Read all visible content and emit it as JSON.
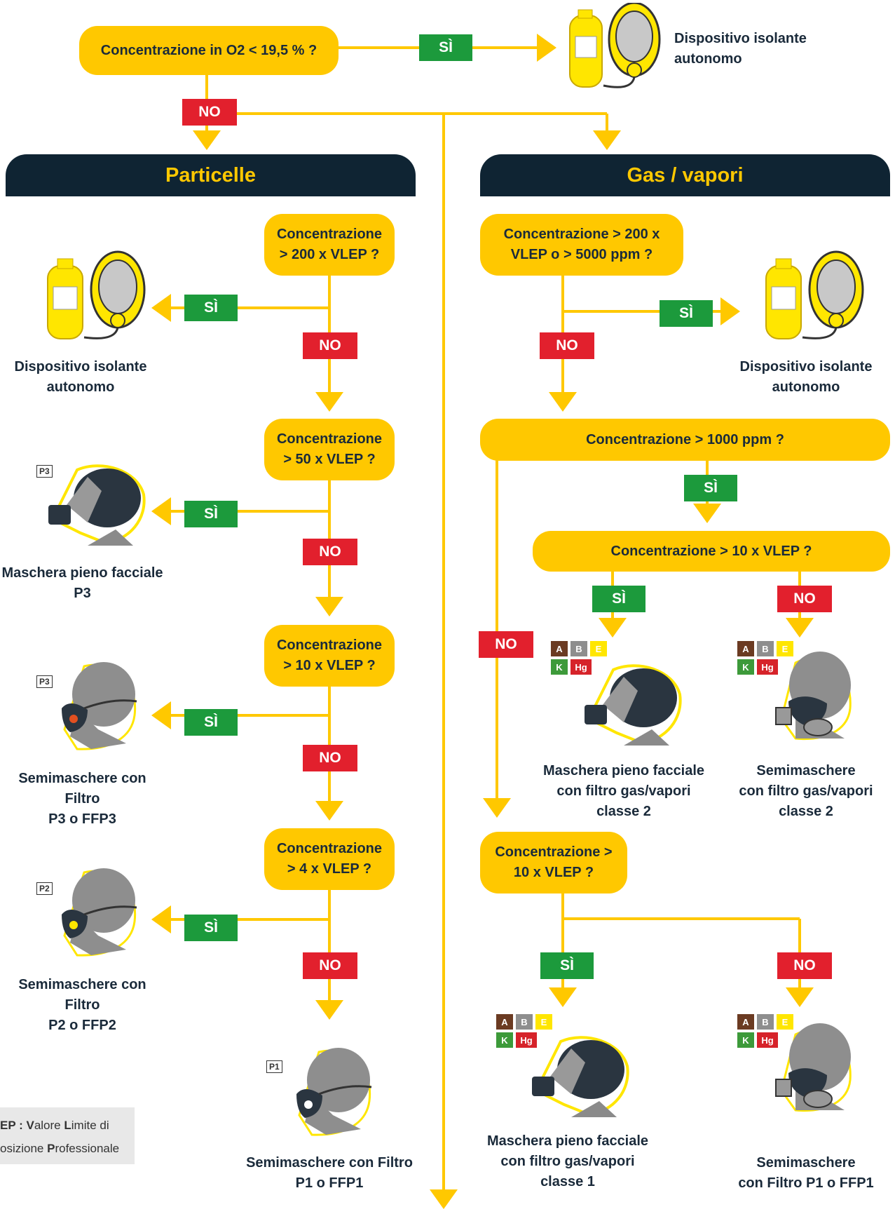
{
  "top": {
    "question": "Concentrazione in O2 < 19,5 % ?",
    "yes": "SÌ",
    "no": "NO",
    "device_line1": "Dispositivo isolante",
    "device_line2": "autonomo"
  },
  "particles": {
    "header": "Particelle",
    "q200": [
      "Concentrazione",
      "> 200 x VLEP ?"
    ],
    "q50": [
      "Concentrazione",
      "> 50 x VLEP ?"
    ],
    "q10": [
      "Concentrazione",
      "> 10 x VLEP ?"
    ],
    "q4": [
      "Concentrazione",
      "> 4 x VLEP ?"
    ],
    "yes": "SÌ",
    "no": "NO",
    "r_scba": [
      "Dispositivo isolante",
      "autonomo"
    ],
    "r_p3_full": [
      "Maschera pieno facciale",
      "P3"
    ],
    "r_p3_half": [
      "Semimaschere con Filtro",
      "P3 o FFP3"
    ],
    "r_p2_half": [
      "Semimaschere con Filtro",
      "P2 o FFP2"
    ],
    "r_p1_half": [
      "Semimaschere con Filtro",
      "P1 o FFP1"
    ],
    "label_p3": "P3",
    "label_p2": "P2",
    "label_p1": "P1"
  },
  "gas": {
    "header": "Gas / vapori",
    "q200": [
      "Concentrazione > 200 x",
      "VLEP o > 5000 ppm ?"
    ],
    "q1000": "Concentrazione > 1000 ppm ?",
    "q10a": "Concentrazione > 10 x VLEP ?",
    "q10b": [
      "Concentrazione >",
      "10 x VLEP ?"
    ],
    "yes": "SÌ",
    "no": "NO",
    "r_scba": [
      "Dispositivo isolante",
      "autonomo"
    ],
    "r_full2": [
      "Maschera pieno facciale",
      "con filtro gas/vapori",
      "classe 2"
    ],
    "r_half2": [
      "Semimaschere",
      "con filtro gas/vapori",
      "classe 2"
    ],
    "r_full1": [
      "Maschera pieno facciale",
      "con filtro gas/vapori",
      "classe 1"
    ],
    "r_half1": [
      "Semimaschere",
      "con Filtro P1 o FFP1"
    ],
    "filter_types": [
      "A",
      "B",
      "E",
      "K",
      "Hg"
    ]
  },
  "legend": {
    "line1_parts": [
      "EP : ",
      "V",
      "alore ",
      "L",
      "imite di"
    ],
    "line2_parts": [
      "osizione ",
      "P",
      "rofessionale"
    ]
  },
  "colors": {
    "yellow": "#ffc800",
    "navy": "#0f2433",
    "yes_green": "#1c9a3c",
    "no_red": "#e2202d",
    "filter_A": "#6b3b22",
    "filter_B": "#8e8e8e",
    "filter_E": "#ffe600",
    "filter_K": "#3d9a3a",
    "filter_Hg": "#d6232a"
  }
}
